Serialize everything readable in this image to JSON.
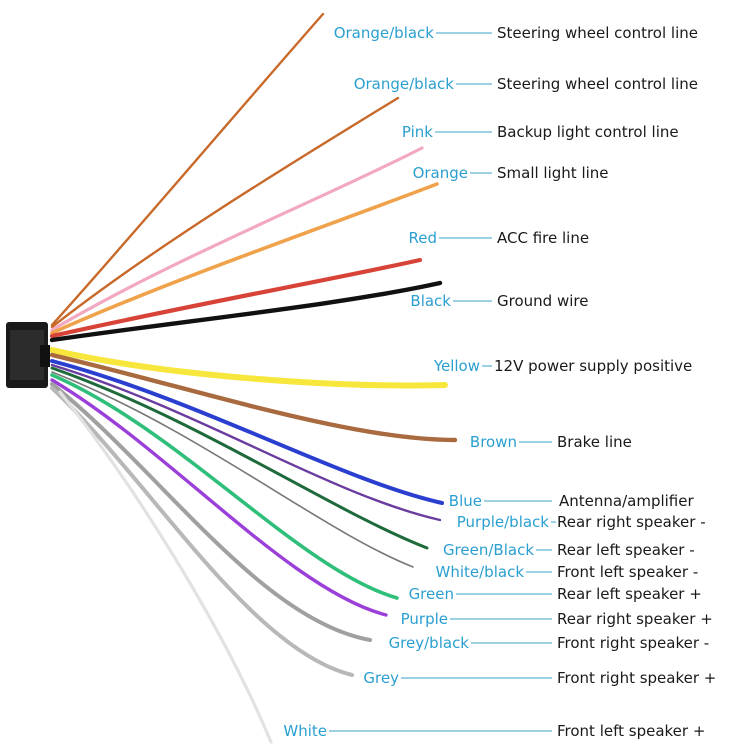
{
  "wires": [
    {
      "id": "orange-black-1",
      "name": "Orange/black",
      "function": "Steering wheel control line",
      "color": "#c8692a"
    },
    {
      "id": "orange-black-2",
      "name": "Orange/black",
      "function": "Steering wheel control line",
      "color": "#c8692a"
    },
    {
      "id": "pink",
      "name": "Pink",
      "function": "Backup light control line",
      "color": "#f2a8c0"
    },
    {
      "id": "orange",
      "name": "Orange",
      "function": "Small light line",
      "color": "#f0a24a"
    },
    {
      "id": "red",
      "name": "Red",
      "function": "ACC fire line",
      "color": "#d84338"
    },
    {
      "id": "black",
      "name": "Black",
      "function": "Ground wire",
      "color": "#111111"
    },
    {
      "id": "yellow",
      "name": "Yellow",
      "function": "12V power supply positive",
      "color": "#f7e63c"
    },
    {
      "id": "brown",
      "name": "Brown",
      "function": "Brake line",
      "color": "#a86a3e"
    },
    {
      "id": "blue",
      "name": "Blue",
      "function": "Antenna/amplifier",
      "color": "#2a3fd0"
    },
    {
      "id": "purple-black",
      "name": "Purple/black",
      "function": "Rear right speaker -",
      "color": "#6a3ca0"
    },
    {
      "id": "green-black",
      "name": "Green/Black",
      "function": "Rear left speaker -",
      "color": "#1e6a3a"
    },
    {
      "id": "white-black",
      "name": "White/black",
      "function": "Front left speaker -",
      "color": "#777777"
    },
    {
      "id": "green",
      "name": "Green",
      "function": "Rear left speaker +",
      "color": "#2fbf7a"
    },
    {
      "id": "purple",
      "name": "Purple",
      "function": "Rear right speaker +",
      "color": "#9a3fd8"
    },
    {
      "id": "grey-black",
      "name": "Grey/black",
      "function": "Front right speaker -",
      "color": "#a0a0a0"
    },
    {
      "id": "grey",
      "name": "Grey",
      "function": "Front right speaker +",
      "color": "#b8b8b8"
    },
    {
      "id": "white",
      "name": "White",
      "function": "Front left speaker +",
      "color": "#e2e2e2"
    }
  ],
  "connector_color": "#1a1a1a",
  "leader_color": "#3aa0c8",
  "wire_name_color": "#2a9fd0"
}
